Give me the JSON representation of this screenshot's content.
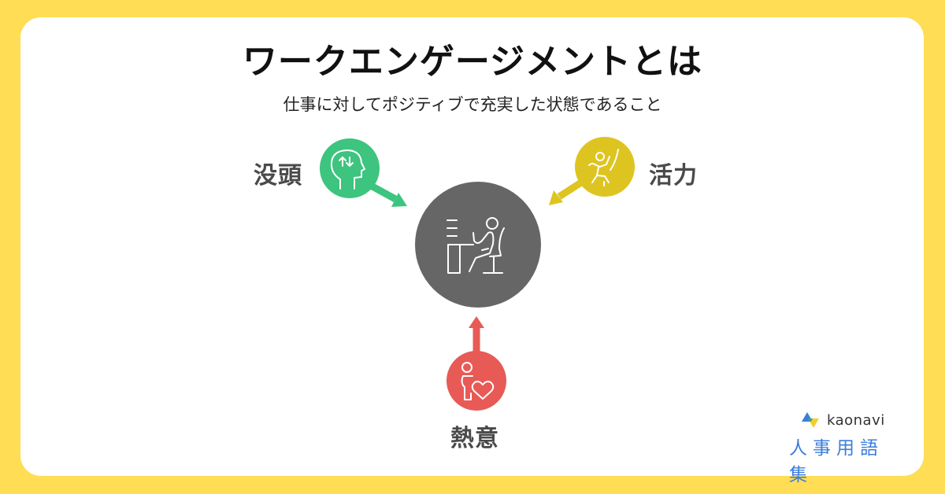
{
  "header": {
    "title": "ワークエンゲージメントとは",
    "subtitle": "仕事に対してポジティブで充実した状態であること"
  },
  "diagram": {
    "center": {
      "icon": "person-at-desk-icon",
      "color": "#666666"
    },
    "elements": [
      {
        "label": "没頭",
        "icon": "head-arrows-icon",
        "color": "#3DC47E"
      },
      {
        "label": "活力",
        "icon": "energetic-person-icon",
        "color": "#DEC420"
      },
      {
        "label": "熱意",
        "icon": "person-heart-icon",
        "color": "#E85A56"
      }
    ]
  },
  "brand": {
    "name": "kaonavi",
    "subtitle": "人事用語集",
    "accent": "#3B7DDD"
  },
  "colors": {
    "background": "#FFDD55",
    "card": "#FFFFFF"
  }
}
